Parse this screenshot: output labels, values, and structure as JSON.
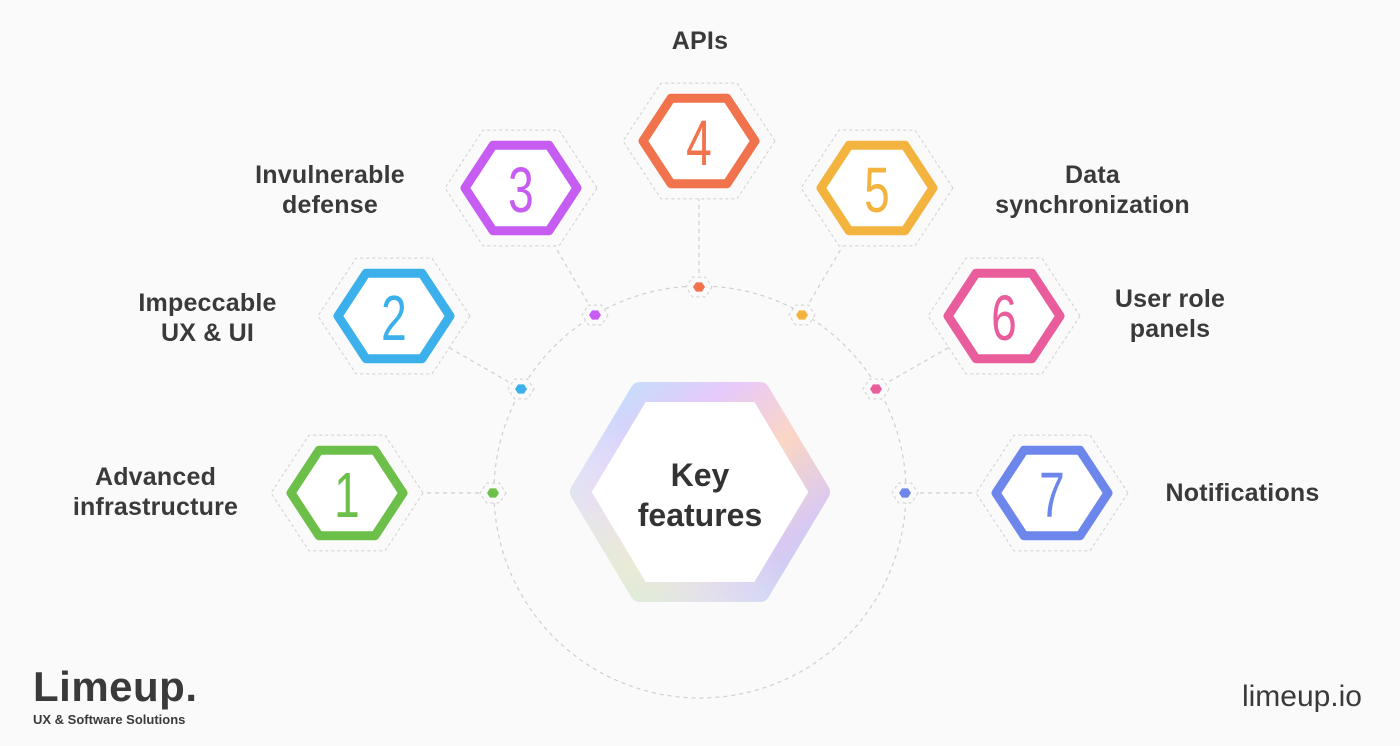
{
  "center": {
    "title_line1": "Key",
    "title_line2": "features"
  },
  "features": [
    {
      "number": "1",
      "label_line1": "Advanced",
      "label_line2": "infrastructure",
      "color": "#6cc04a"
    },
    {
      "number": "2",
      "label_line1": "Impeccable",
      "label_line2": "UX & UI",
      "color": "#3bb0ea"
    },
    {
      "number": "3",
      "label_line1": "Invulnerable",
      "label_line2": "defense",
      "color": "#c75cf2"
    },
    {
      "number": "4",
      "label_line1": "APIs",
      "label_line2": "",
      "color": "#f0734d"
    },
    {
      "number": "5",
      "label_line1": "Data",
      "label_line2": "synchronization",
      "color": "#f3b43f"
    },
    {
      "number": "6",
      "label_line1": "User role",
      "label_line2": "panels",
      "color": "#ea5d9c"
    },
    {
      "number": "7",
      "label_line1": "Notifications",
      "label_line2": "",
      "color": "#6d86eb"
    }
  ],
  "branding": {
    "logo_name": "Limeup.",
    "logo_tagline": "UX & Software Solutions",
    "site_url": "limeup.io"
  }
}
